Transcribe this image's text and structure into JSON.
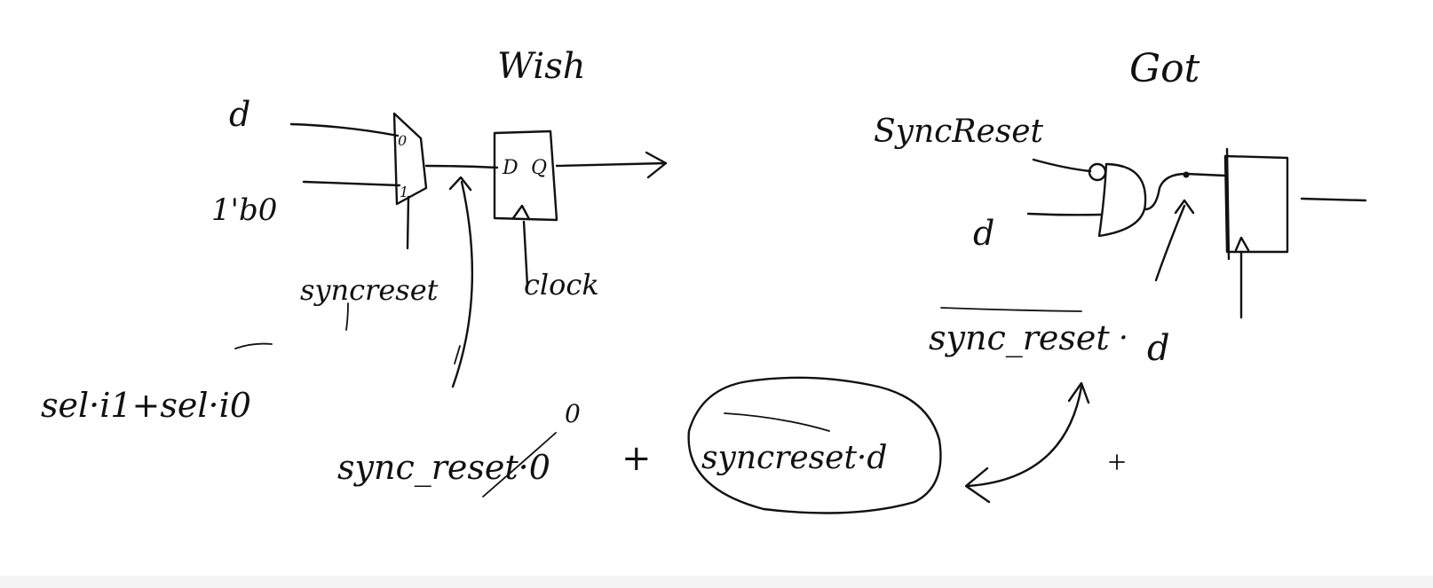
{
  "want": {
    "title": "Wish",
    "input_d": "d",
    "input_zero": "1'b0",
    "mux_in0": "0",
    "mux_in1": "1",
    "ff_d": "D",
    "ff_q": "Q",
    "select_label": "syncreset",
    "clock_label": "clock",
    "mux_equation": "sel·i1+sel·i0"
  },
  "got": {
    "title": "Got",
    "input_syncreset": "SyncReset",
    "input_d": "d",
    "bubble_label": "o",
    "gate_expression_1": "sync_reset",
    "gate_expression_2": "·",
    "gate_expression_3": "d"
  },
  "bottom_equation": {
    "term1": "sync_reset·0",
    "zero_above": "0",
    "plus": "+",
    "term2": "syncreset·d"
  }
}
